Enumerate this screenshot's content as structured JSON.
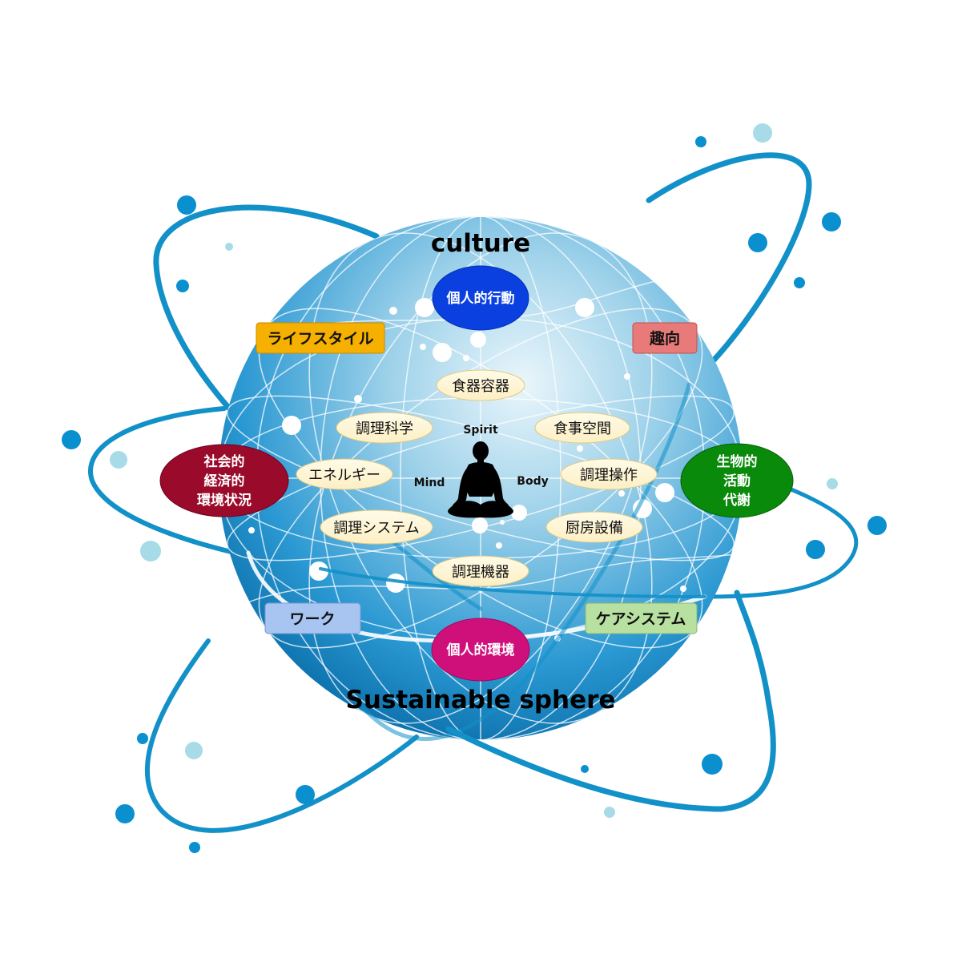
{
  "diagram": {
    "top_title": "culture",
    "bottom_title": "Sustainable sphere",
    "center": {
      "spirit": "Spirit",
      "mind": "Mind",
      "body": "Body",
      "figure_icon": "meditating-person-icon"
    },
    "ovals": {
      "top": {
        "label": "個人的行動",
        "color": "#0a3fe0"
      },
      "bottom": {
        "label": "個人的環境",
        "color": "#d0107a"
      },
      "left": {
        "lines": [
          "社会的",
          "経済的",
          "環境状況"
        ],
        "color": "#9a0a2a"
      },
      "right": {
        "lines": [
          "生物的",
          "活動",
          "代謝"
        ],
        "color": "#0a8a0a"
      }
    },
    "tags": {
      "lifestyle": {
        "label": "ライフスタイル",
        "color": "#f5b000"
      },
      "preference": {
        "label": "趣向",
        "color": "#e87a7a"
      },
      "work": {
        "label": "ワーク",
        "color": "#a8c4f0"
      },
      "care": {
        "label": "ケアシステム",
        "color": "#b8e0a0"
      }
    },
    "pills": {
      "tableware": "食器容器",
      "cooking_science": "調理科学",
      "dining_space": "食事空間",
      "energy": "エネルギー",
      "cooking_operation": "調理操作",
      "cooking_system": "調理システム",
      "kitchen_equipment": "厨房設備",
      "cooking_appliance": "調理機器"
    },
    "colors": {
      "sphere": "#1a8fd0",
      "orbit": "#1290c8",
      "pill_fill": "#fff4d0"
    }
  }
}
